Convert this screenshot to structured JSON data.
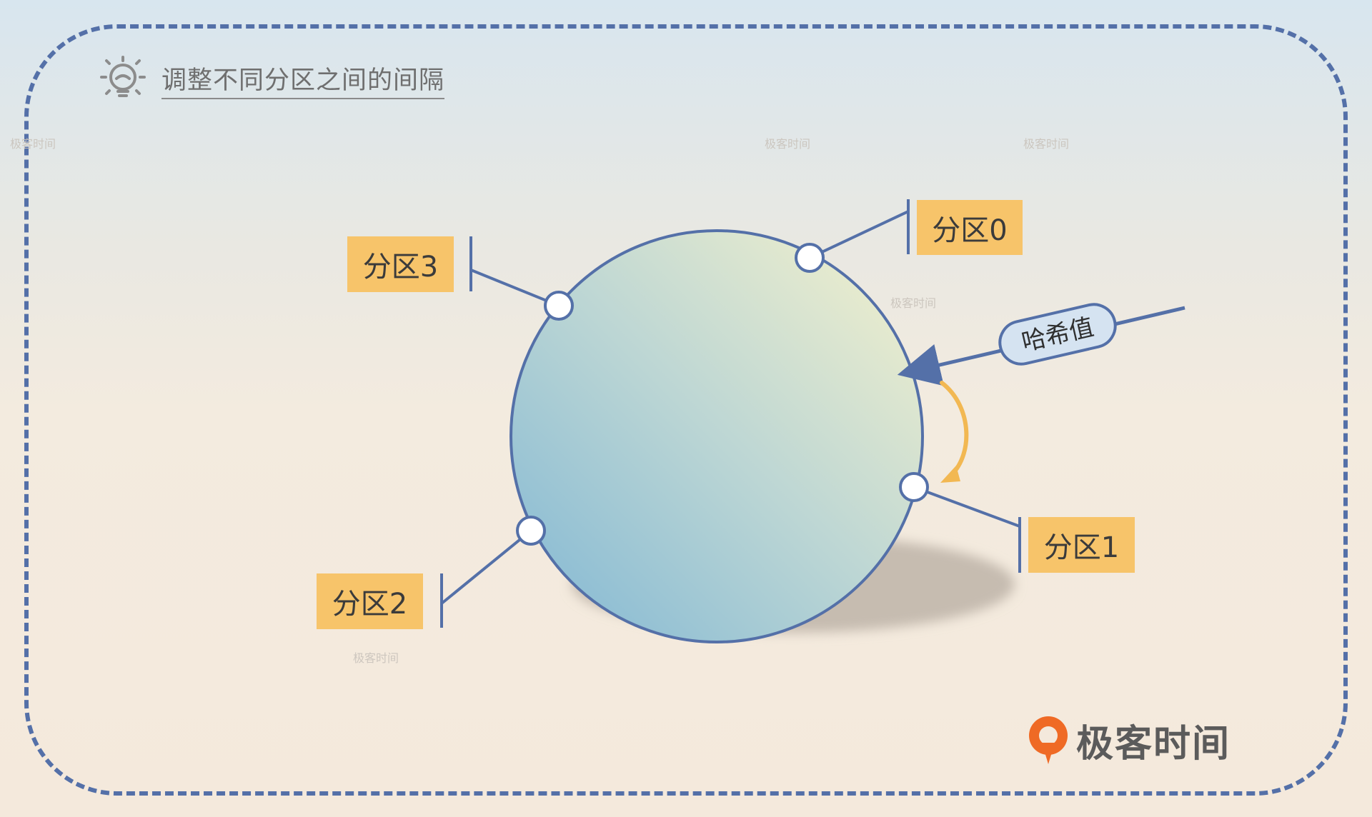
{
  "title": "调整不同分区之间的间隔",
  "partitions": [
    {
      "id": "p0",
      "label": "分区0"
    },
    {
      "id": "p1",
      "label": "分区1"
    },
    {
      "id": "p2",
      "label": "分区2"
    },
    {
      "id": "p3",
      "label": "分区3"
    }
  ],
  "hash_label": "哈希值",
  "brand": "极客时间",
  "watermark": "极客时间",
  "colors": {
    "frame": "#5470a8",
    "label_bg": "#f7c46a",
    "ring_stroke": "#5470a8",
    "arrow": "#f2b852",
    "hash_bg": "#d5e3f1",
    "brand_orange": "#ef6a25"
  },
  "icons": {
    "title": "lightbulb-icon",
    "brand": "geektime-logo-icon"
  }
}
